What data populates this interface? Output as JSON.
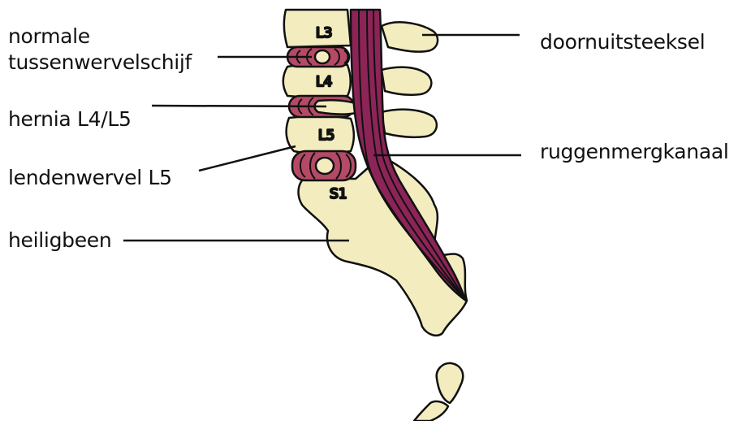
{
  "colors": {
    "bone": "#f2ecbf",
    "disc": "#b44a66",
    "disc_light": "#dd8fa1",
    "cord": "#8d2457",
    "outline": "#111111",
    "background": "#ffffff"
  },
  "labels": {
    "normal_disc_line1": "normale",
    "normal_disc_line2": "tussenwervelschijf",
    "hernia": "hernia L4/L5",
    "lumbar_vertebra": "lendenwervel L5",
    "sacrum": "heiligbeen",
    "spinous_process": "doornuitsteeksel",
    "spinal_canal": "ruggenmergkanaal"
  },
  "vertebrae": {
    "l3": "L3",
    "l4": "L4",
    "l5": "L5",
    "s1": "S1"
  }
}
